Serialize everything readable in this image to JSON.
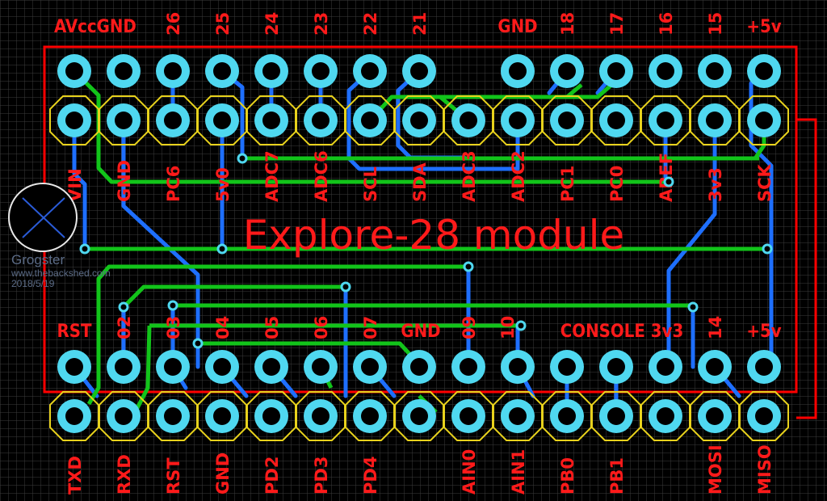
{
  "board": {
    "title": "Explore-28 module",
    "colors": {
      "silk": "#ff1a1a",
      "pad": "#4fd8f0",
      "outline": "#e8d21c",
      "top_trace": "#12c41a",
      "bottom_trace": "#1e6fff",
      "board_edge": "#ff0000",
      "grid": "#3a3a3a"
    }
  },
  "watermark": {
    "name": "Grogster",
    "url": "www.thebackshed.com",
    "date": "2018/5/19"
  },
  "top_header": {
    "outer_labels": [
      "AVccGND",
      "26",
      "25",
      "24",
      "23",
      "22",
      "21",
      "GND",
      "18",
      "17",
      "16",
      "15",
      "+5v"
    ],
    "inner_labels": [
      "VIN",
      "GND",
      "PC6",
      "5v0",
      "ADC7",
      "ADC6",
      "SCL",
      "SDA",
      "ADC3",
      "ADC2",
      "PC1",
      "PC0",
      "AREF",
      "3v3",
      "SCK"
    ]
  },
  "bottom_header": {
    "inner_labels": [
      "RST",
      "02",
      "03",
      "04",
      "05",
      "06",
      "07",
      "GND",
      "09",
      "10",
      "CONSOLE 3v3",
      "14",
      "+5v"
    ],
    "outer_labels": [
      "TXD",
      "RXD",
      "RST",
      "GND",
      "PD2",
      "PD3",
      "PD4",
      "AIN0",
      "AIN1",
      "PB0",
      "PB1",
      "MOSI",
      "MISO"
    ]
  }
}
